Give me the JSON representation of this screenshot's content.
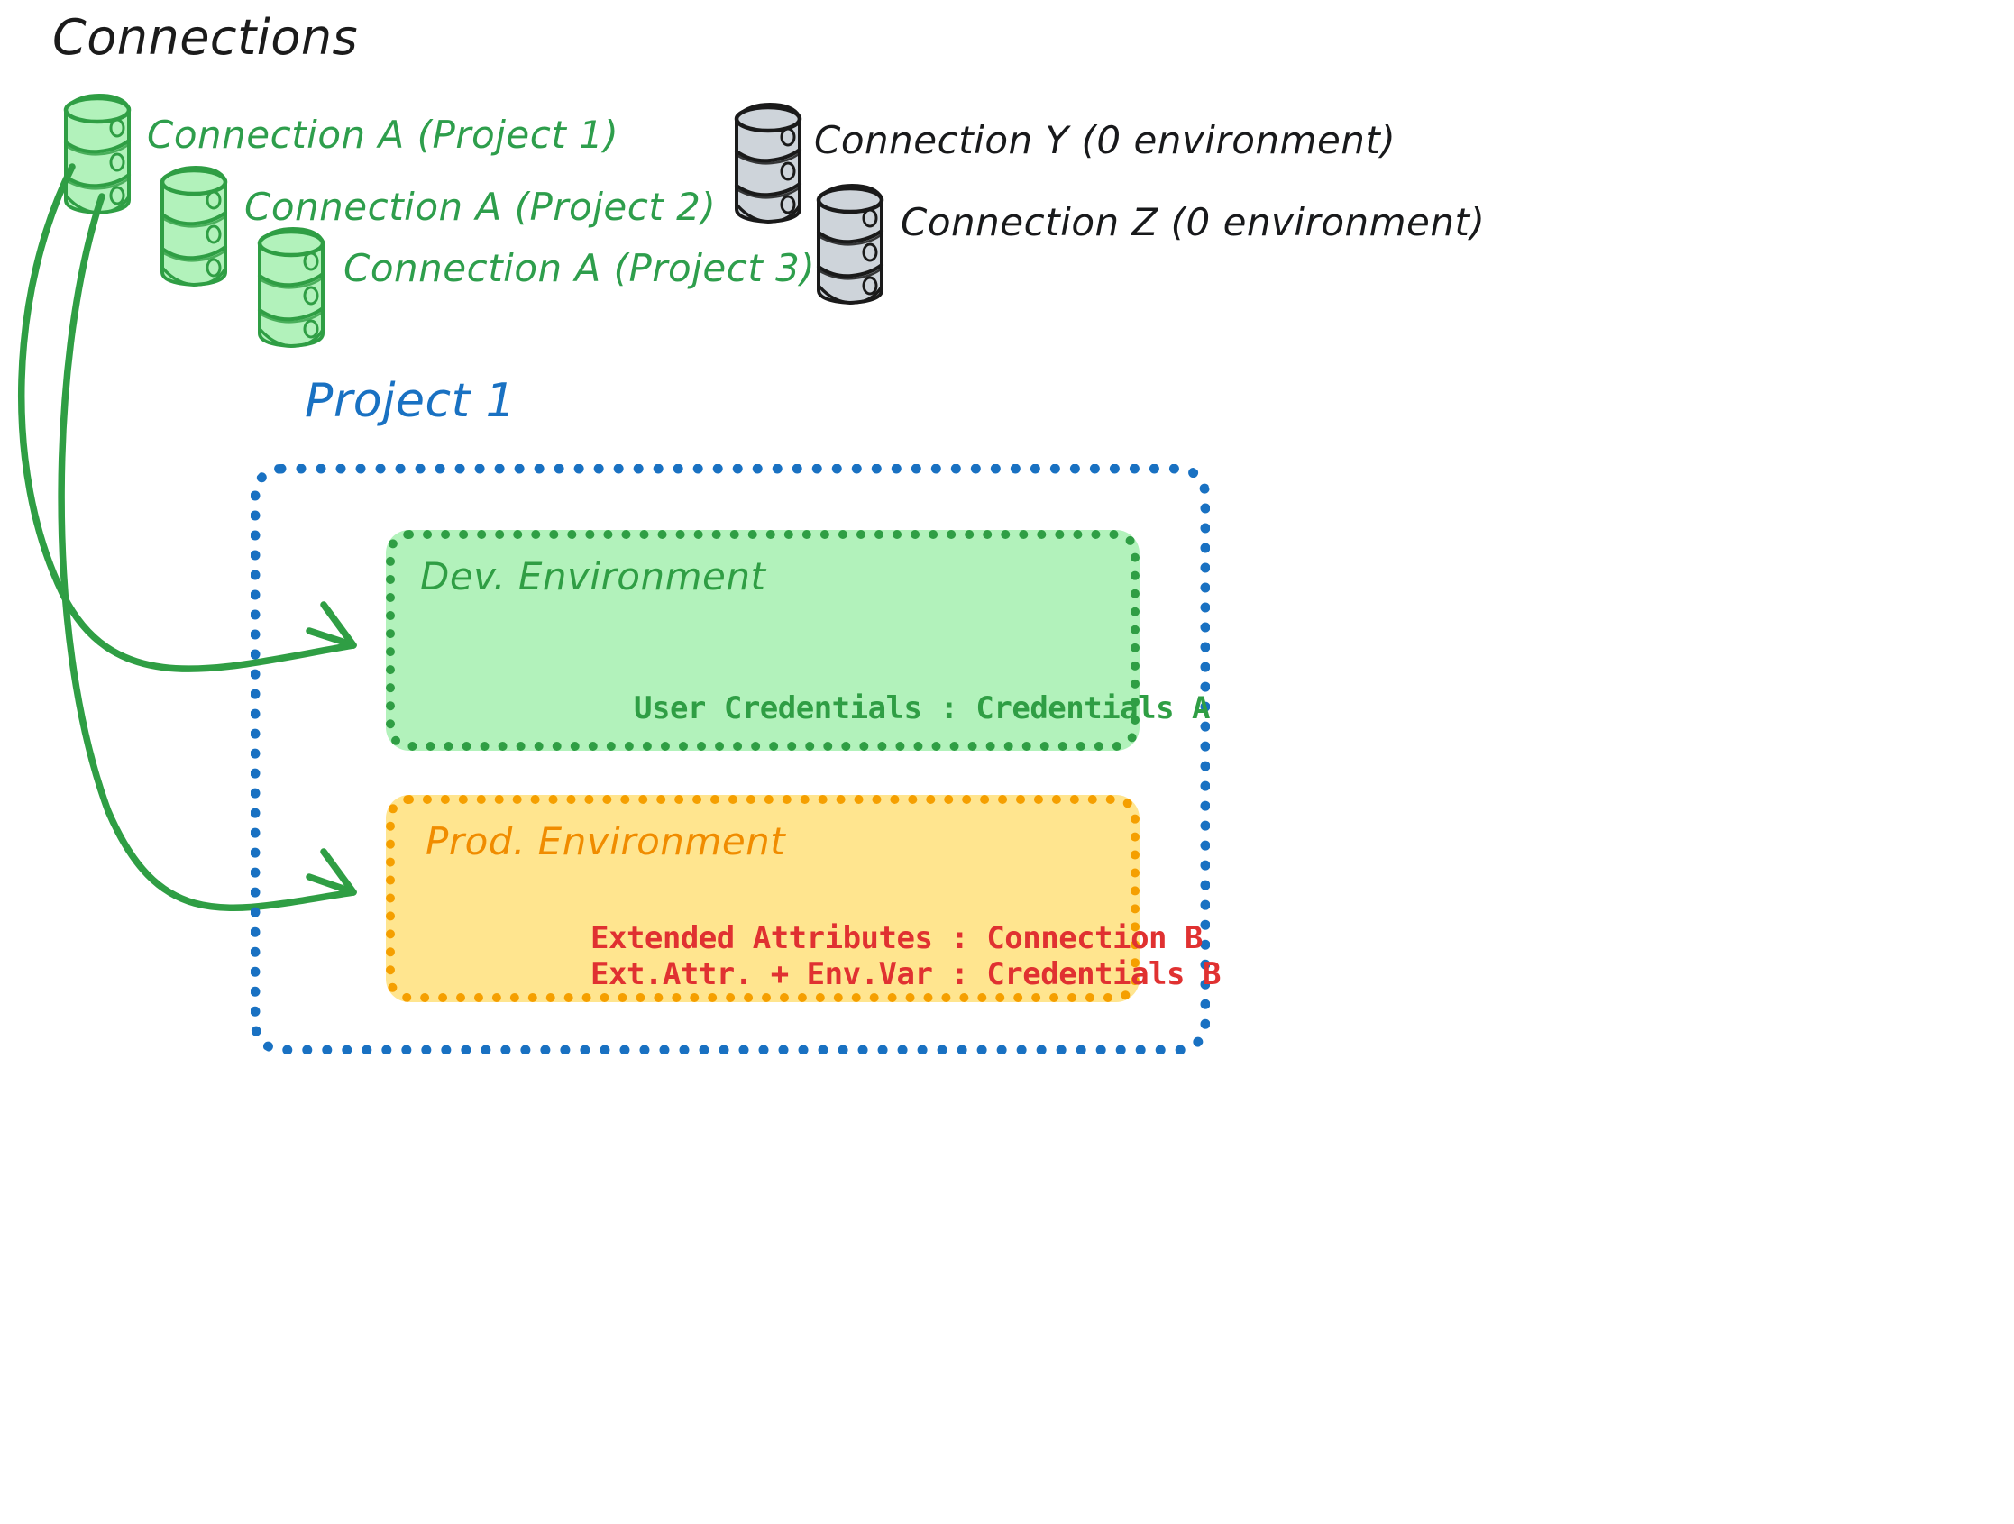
{
  "diagram": {
    "type": "architecture-diagram",
    "title": "Connections",
    "background": "#ffffff"
  },
  "colors": {
    "green_stroke": "#2f9e44",
    "green_fill": "#b2f2bb",
    "green_text": "#2e9e4c",
    "gray_stroke": "#1a1a1a",
    "gray_fill": "#ced4da",
    "black_text": "#18191b",
    "blue": "#1971c2",
    "orange": "#f59f00",
    "orange_text": "#f08c00",
    "yellow_fill": "#ffe58f",
    "red_text": "#e03131",
    "arrow_green": "#2f9e44"
  },
  "connections": {
    "heading": "Connections",
    "green_items": [
      {
        "id": "conn-a-project-1",
        "label": "Connection A (Project 1)",
        "color": "#2e9e4c",
        "icon": "database-icon"
      },
      {
        "id": "conn-a-project-2",
        "label": "Connection A (Project 2)",
        "color": "#2e9e4c",
        "icon": "database-icon"
      },
      {
        "id": "conn-a-project-3",
        "label": "Connection A (Project 3)",
        "color": "#2e9e4c",
        "icon": "database-icon"
      }
    ],
    "gray_items": [
      {
        "id": "conn-y",
        "label": "Connection Y (0 environment)",
        "color": "#18191b",
        "icon": "database-icon"
      },
      {
        "id": "conn-z",
        "label": "Connection Z (0 environment)",
        "color": "#18191b",
        "icon": "database-icon"
      }
    ]
  },
  "project": {
    "title": "Project 1",
    "environments": [
      {
        "id": "dev",
        "title": "Dev. Environment",
        "title_color": "#2f9e44",
        "border_color": "#2f9e44",
        "fill": "#b2f2bb",
        "rows": [
          {
            "text": "User Credentials : Credentials A",
            "color": "#2f9e44"
          }
        ]
      },
      {
        "id": "prod",
        "title": "Prod. Environment",
        "title_color": "#f08c00",
        "border_color": "#f59f00",
        "fill": "#ffe58f",
        "rows": [
          {
            "text": "Extended Attributes : Connection B",
            "color": "#e03131"
          },
          {
            "text": "Ext.Attr. + Env.Var : Credentials B",
            "color": "#e03131"
          }
        ]
      }
    ]
  },
  "arrows": [
    {
      "id": "arrow-to-dev",
      "from": "conn-a-project-1",
      "to": "dev",
      "color": "#2f9e44"
    },
    {
      "id": "arrow-to-prod",
      "from": "conn-a-project-1",
      "to": "prod",
      "color": "#2f9e44"
    }
  ]
}
